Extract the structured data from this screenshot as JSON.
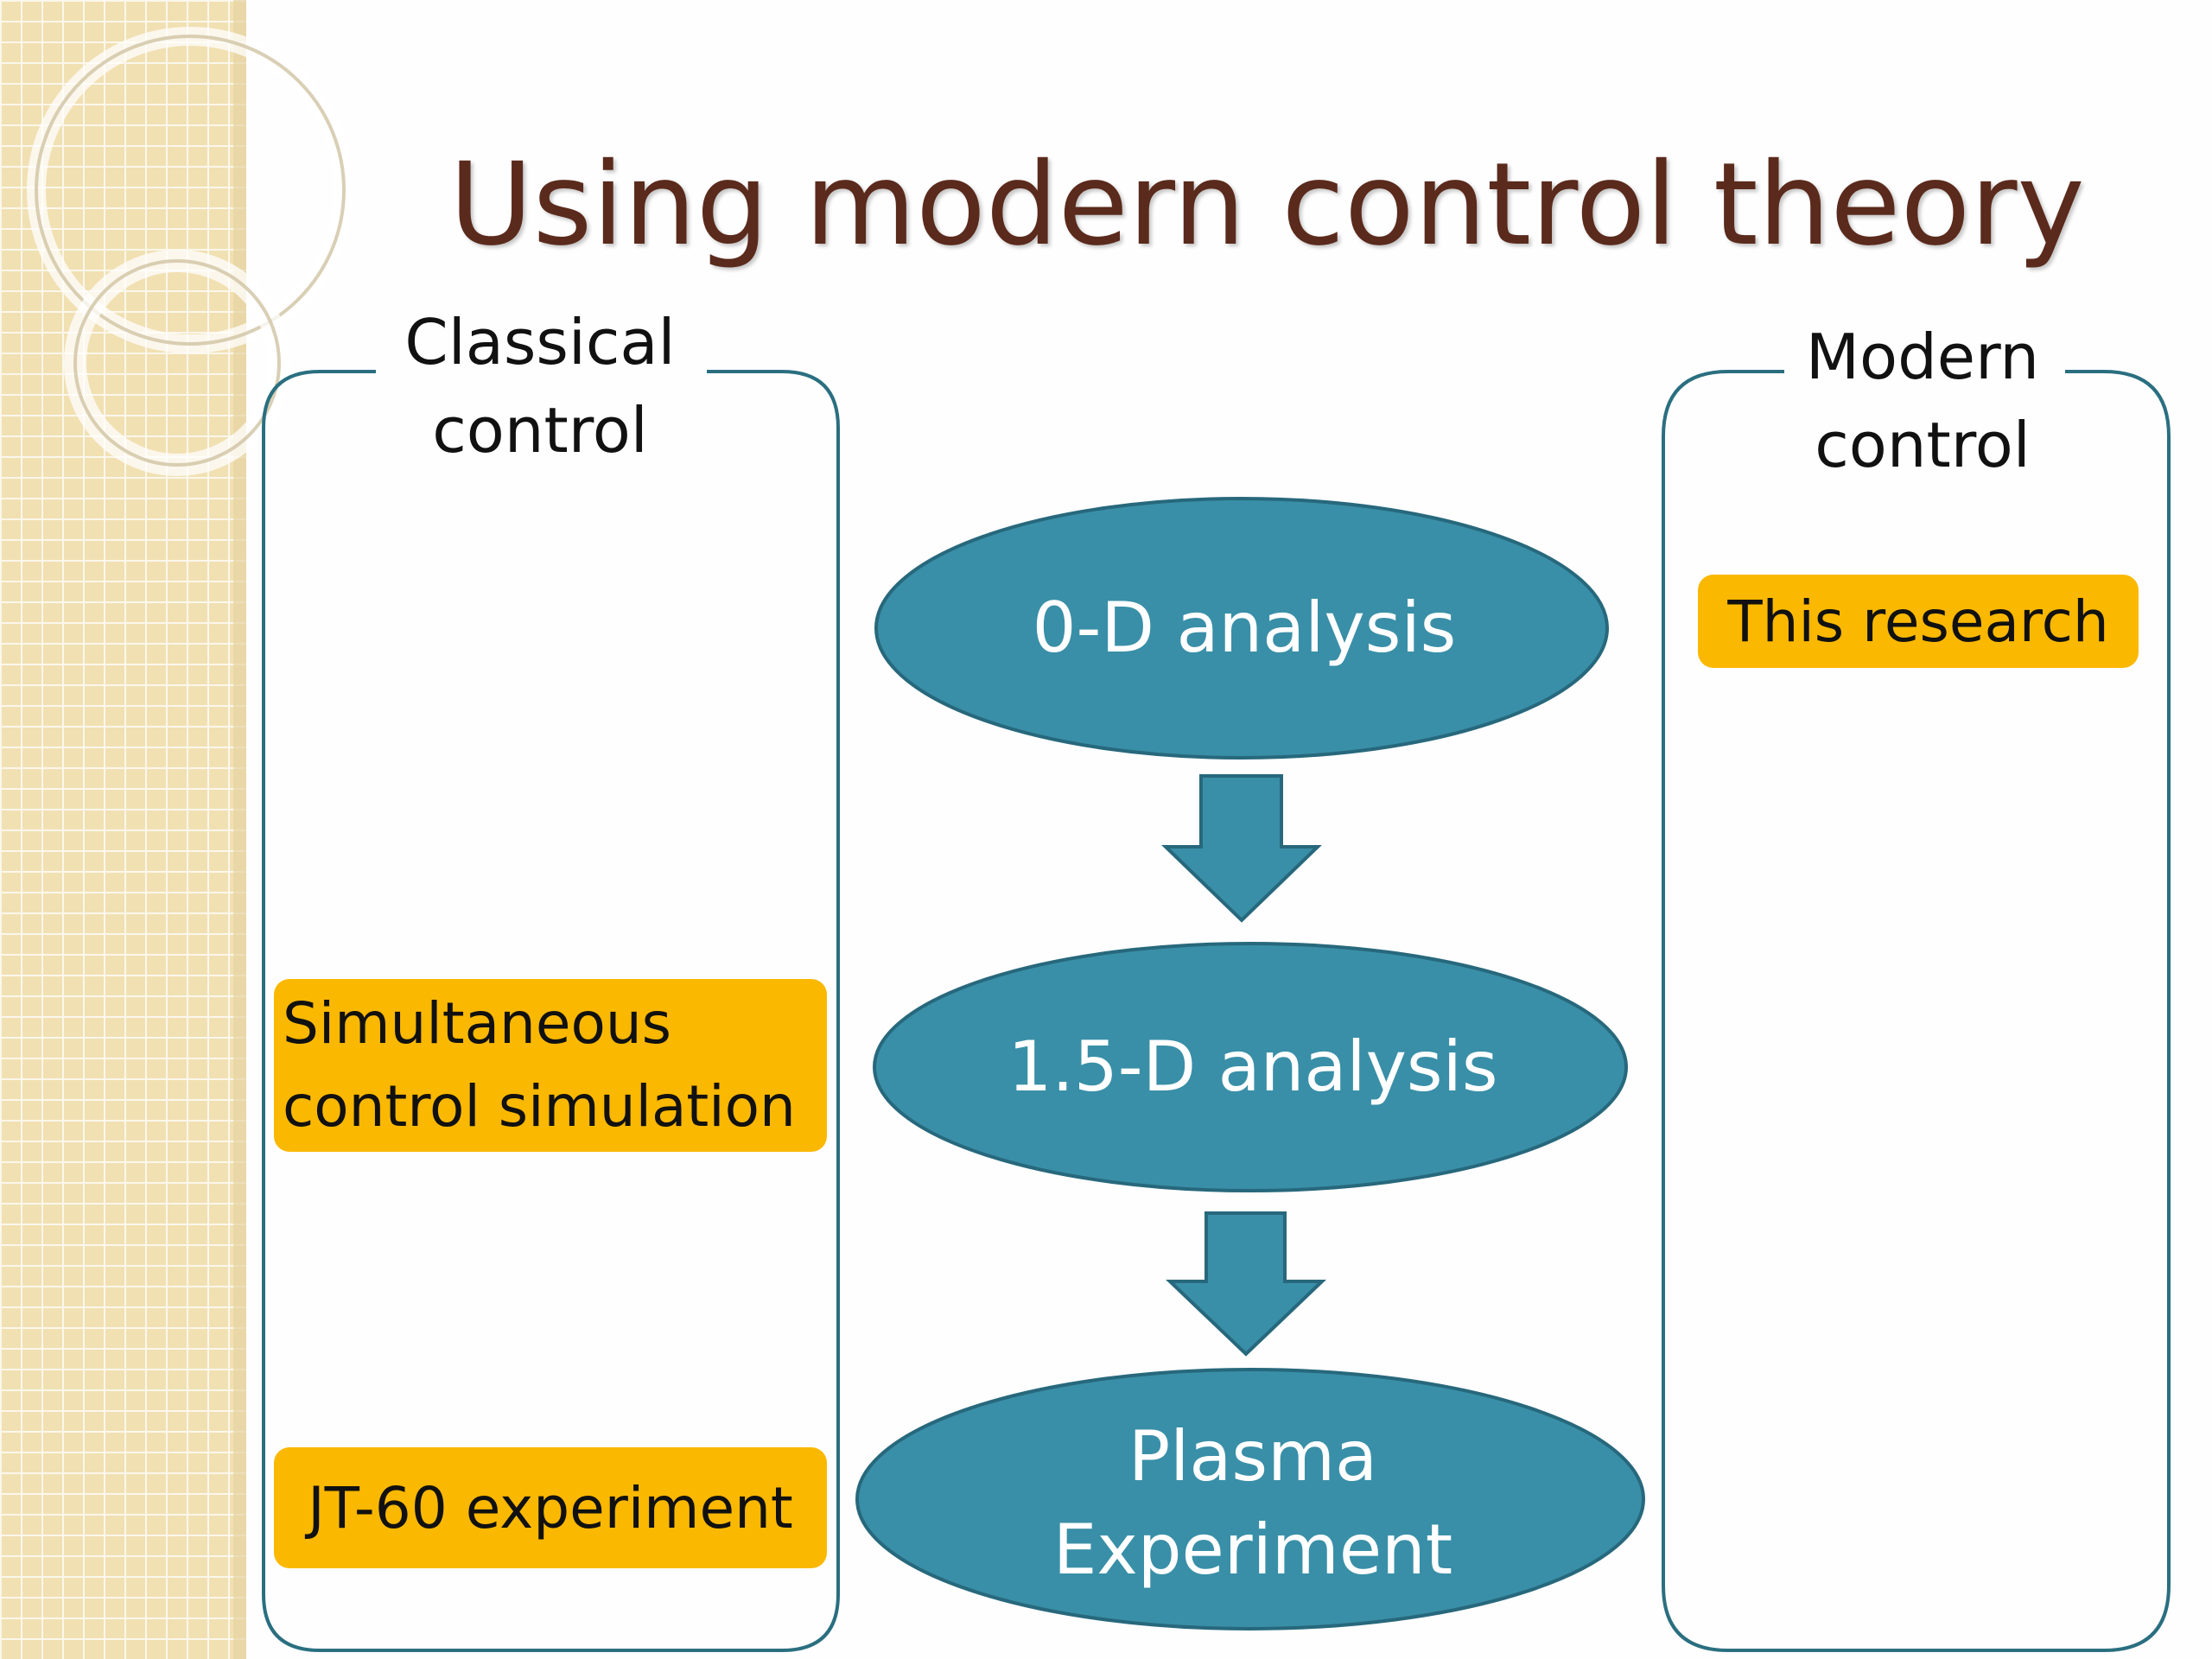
{
  "slide": {
    "title": "Using modern control theory",
    "colors": {
      "title": "#5a2a1c",
      "teal": "#398fa7",
      "teal_stroke": "#27687c",
      "frame": "#2a6f80",
      "highlight": "#fbb800",
      "sidebar": "#f1e0b2"
    }
  },
  "classical": {
    "label_line1": "Classical",
    "label_line2": "control",
    "items": [
      {
        "line1": "Simultaneous",
        "line2": "control simulation"
      },
      {
        "line1": "JT-60 experiment"
      }
    ]
  },
  "modern": {
    "label_line1": "Modern",
    "label_line2": "control",
    "items": [
      {
        "line1": "This research"
      }
    ]
  },
  "flow": {
    "stages": [
      {
        "line1": "0-D analysis"
      },
      {
        "line1": "1.5-D analysis"
      },
      {
        "line1": "Plasma",
        "line2": "Experiment"
      }
    ],
    "arrow_icon": "down-arrow-icon"
  }
}
